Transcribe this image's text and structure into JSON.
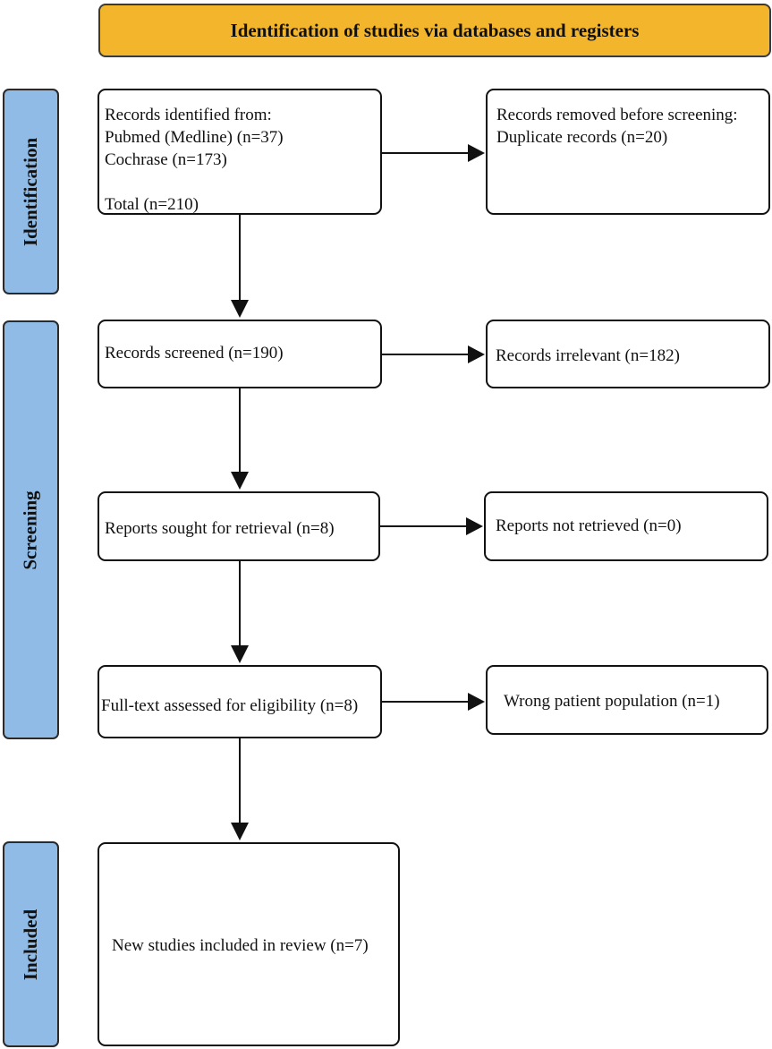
{
  "header": {
    "title": "Identification of studies via databases and registers"
  },
  "phases": {
    "identification": "Identification",
    "screening": "Screening",
    "included": "Included"
  },
  "boxes": {
    "identified": {
      "lines": [
        "Records identified from:",
        "Pubmed (Medline) (n=37)",
        "Cochrase (n=173)",
        "",
        "Total (n=210)"
      ]
    },
    "removed": {
      "lines": [
        "Records removed before screening:",
        "Duplicate records (n=20)"
      ]
    },
    "screened": {
      "text": "Records screened (n=190)"
    },
    "irrelevant": {
      "text": "Records irrelevant (n=182)"
    },
    "sought": {
      "text": "Reports sought for retrieval (n=8)"
    },
    "not_retrieved": {
      "text": "Reports not retrieved (n=0)"
    },
    "fulltext": {
      "text": "Full-text assessed for eligibility  (n=8)"
    },
    "wrong_population": {
      "text": "Wrong patient population (n=1)"
    },
    "included": {
      "text": "New studies included in review (n=7)"
    }
  },
  "colors": {
    "header_fill": "#f3b52b",
    "phase_fill": "#8fbbe6",
    "stroke": "#111111"
  }
}
